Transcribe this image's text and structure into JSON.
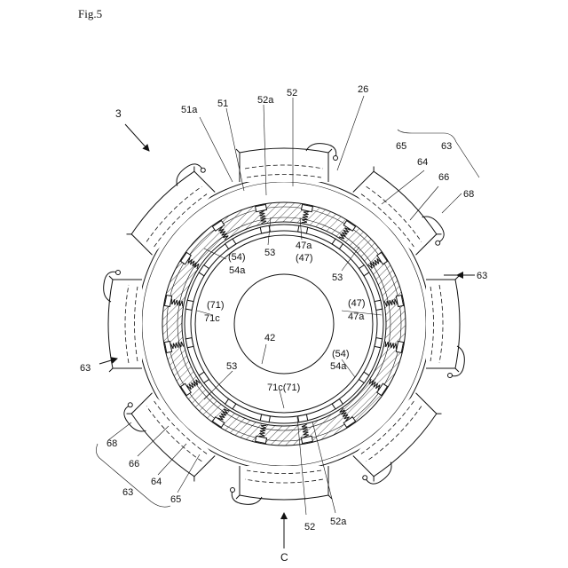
{
  "figure_label": "Fig.5",
  "labels": {
    "n3": "3",
    "n26": "26",
    "n42": "42",
    "n51": "51",
    "n51a": "51a",
    "n52_top": "52",
    "n52a_top": "52a",
    "n52_bottom": "52",
    "n52a_bottom": "52a",
    "n53_upper": "53",
    "n53_right": "53",
    "n53_left": "53",
    "n47a_top": "47a",
    "n47_top": "(47)",
    "n54_paren_left": "(54)",
    "n54a_left": "54a",
    "n71_paren": "(71)",
    "n71c": "71c",
    "n47_paren_right": "(47)",
    "n47a_right": "47a",
    "n54_paren_right": "(54)",
    "n54a_right": "54a",
    "n71c_71": "71c(71)",
    "n63_top_right": "63",
    "n65_top_right": "65",
    "n64_top_right": "64",
    "n66_top_right": "66",
    "n68_top_right": "68",
    "n63_right": "63",
    "n63_left": "63",
    "n68_bottom_left": "68",
    "n66_bottom_left": "66",
    "n63_bottom_left": "63",
    "n64_bottom_left": "64",
    "n65_bottom_left": "65",
    "view_c": "C"
  }
}
